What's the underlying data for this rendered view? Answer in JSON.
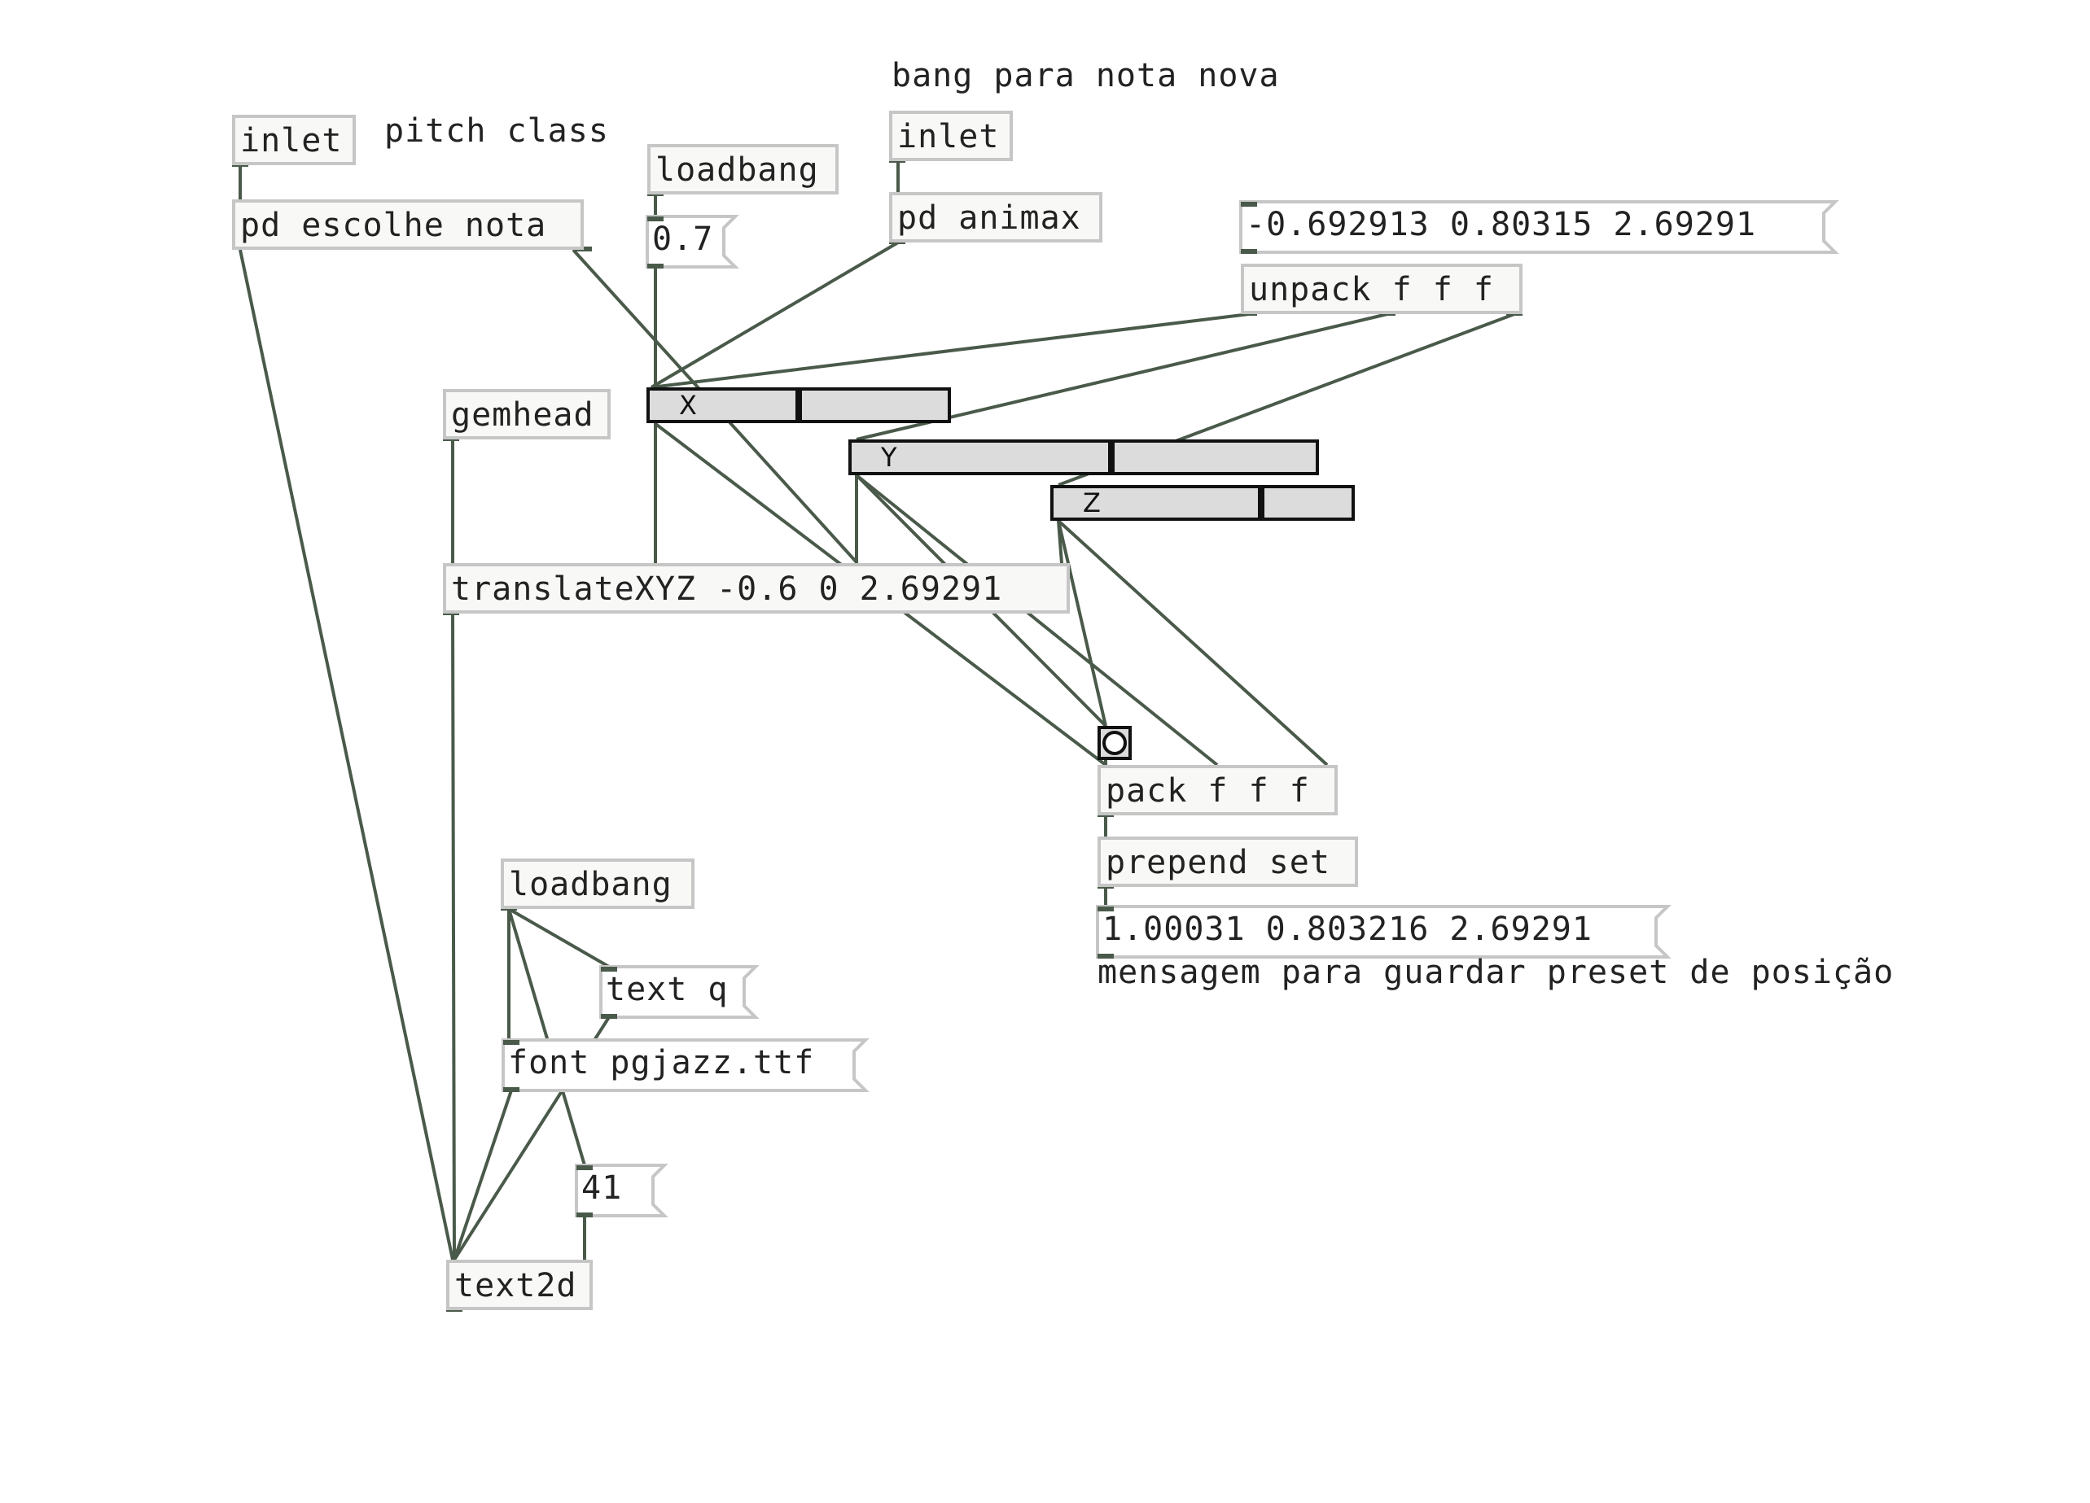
{
  "patch": {
    "objects": {
      "inlet_pitch": "inlet",
      "pd_escolhe": "pd escolhe nota",
      "loadbang_top": "loadbang",
      "inlet_bang": "inlet",
      "pd_animax": "pd animax",
      "unpack": "unpack f f f",
      "gemhead": "gemhead",
      "translate": "translateXYZ -0.6 0 2.69291",
      "pack": "pack f f f",
      "prepend": "prepend set",
      "loadbang_bottom": "loadbang",
      "text2d": "text2d"
    },
    "messages": {
      "preset_in": "-0.692913 0.80315 2.69291",
      "text_q": "text q",
      "font": "font pgjazz.ttf",
      "preset_out": "1.00031 0.803216 2.69291"
    },
    "atoms": {
      "scale": "0.7",
      "size": "41"
    },
    "comments": {
      "pitch_class": "pitch class",
      "bang_nota": "bang para nota nova",
      "guardar": "mensagem para guardar preset de posição"
    },
    "sliders": {
      "x": {
        "label": "X",
        "value": 0.5
      },
      "y": {
        "label": "Y",
        "value": 0.56
      },
      "z": {
        "label": "Z",
        "value": 0.7
      }
    },
    "colors": {
      "wire": "#4a5a4a",
      "box_border": "#c6c6c6",
      "box_fill": "#f8f8f6",
      "gui_fill": "#dcdcdc"
    }
  }
}
